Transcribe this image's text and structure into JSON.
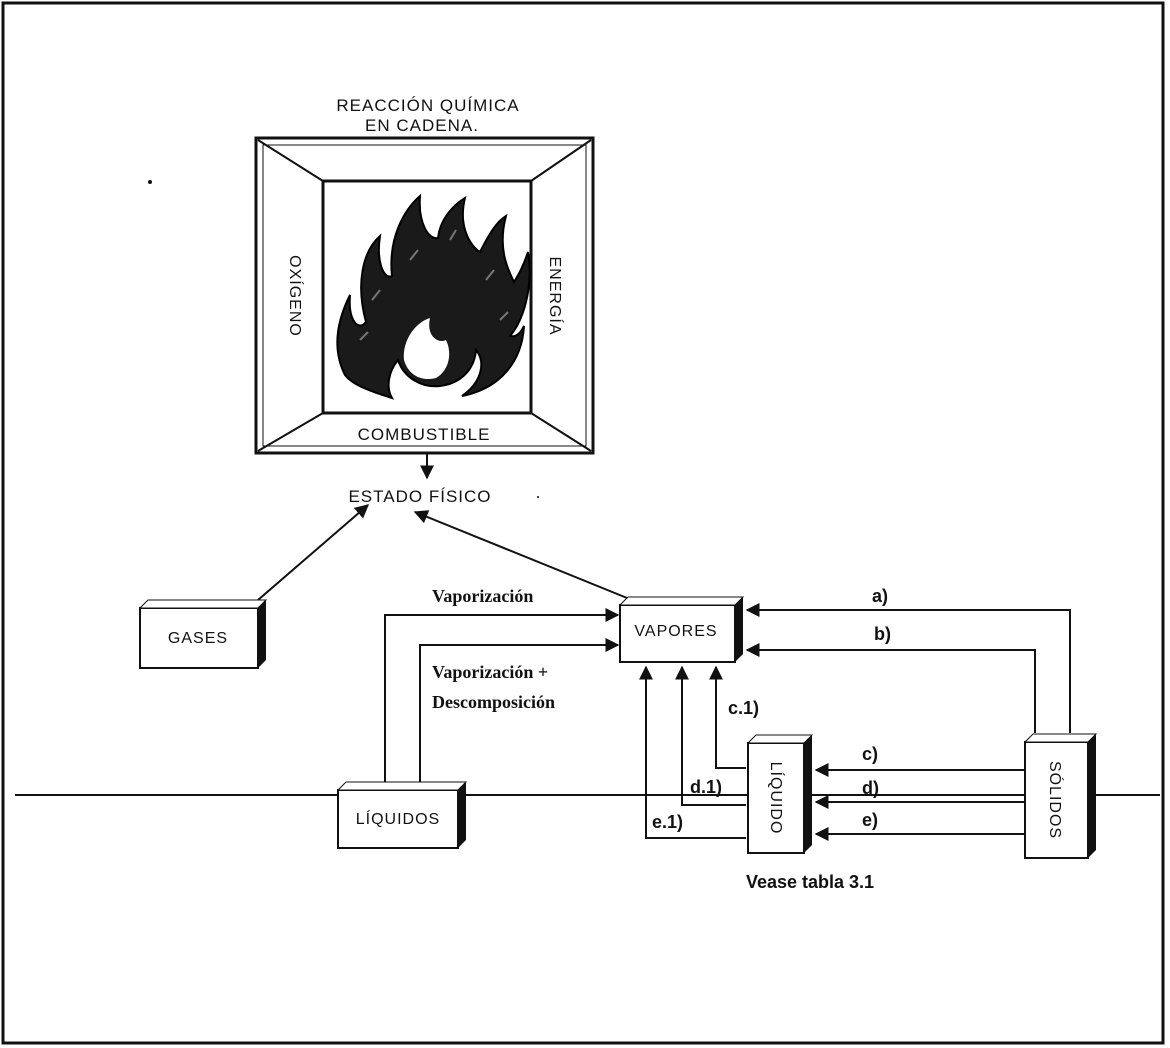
{
  "triangle": {
    "top_line1": "REACCIÓN QUÍMICA",
    "top_line2": "EN CADENA.",
    "left": "OXÍGENO",
    "right": "ENERGÍA",
    "bottom": "COMBUSTIBLE"
  },
  "estado_fisico": "ESTADO FÍSICO",
  "boxes": {
    "gases": "GASES",
    "vapores": "VAPORES",
    "liquidos": "LÍQUIDOS",
    "liquido": "LÍQUIDO",
    "solidos": "SÓLIDOS"
  },
  "labels": {
    "vaporizacion": "Vaporización",
    "vaporizacion_desc_1": "Vaporización +",
    "vaporizacion_desc_2": "Descomposición",
    "a": "a)",
    "b": "b)",
    "c": "c)",
    "d": "d)",
    "e": "e)",
    "c1": "c.1)",
    "d1": "d.1)",
    "e1": "e.1)"
  },
  "footer_note": "Vease tabla 3.1"
}
